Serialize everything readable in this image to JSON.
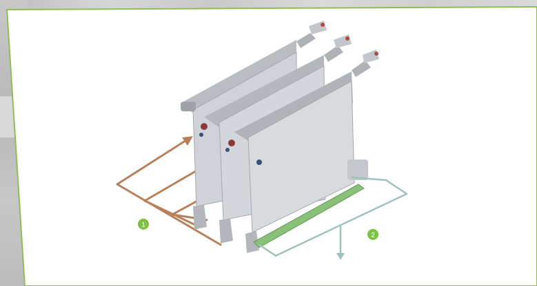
{
  "callouts": [
    {
      "label": "1",
      "description": "inlet-arrows"
    },
    {
      "label": "2",
      "description": "outlet-manifold"
    }
  ],
  "colors": {
    "frame": "#8dbe54",
    "badge": "#7cc142",
    "inlet_pipe": "#b8805a",
    "outlet_pipe": "#9ec2bd",
    "panel_grey": "#c9ccd0",
    "bottom_rail": "#8bc07a"
  }
}
